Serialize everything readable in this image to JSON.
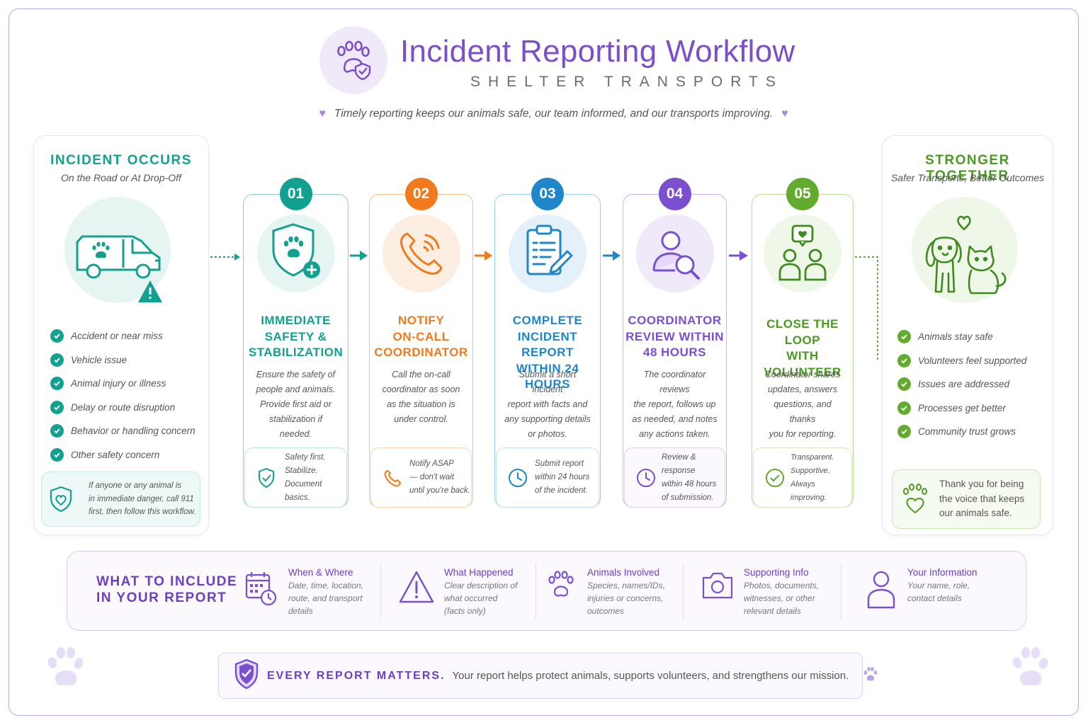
{
  "header": {
    "title": "Incident Reporting Workflow",
    "subtitle": "SHELTER TRANSPORTS",
    "tagline": "Timely reporting keeps our animals safe, our team informed, and our transports improving."
  },
  "colors": {
    "purple": "#7b4fc7",
    "teal": "#12a08f",
    "orange": "#f07a1c",
    "blue": "#1f86c9",
    "violet": "#7a4fd0",
    "green": "#63ab2e"
  },
  "left_panel": {
    "title": "INCIDENT OCCURS",
    "subtitle": "On the Road or At Drop-Off",
    "icon": "van-alert-icon",
    "items": [
      "Accident or near miss",
      "Vehicle issue",
      "Animal injury or illness",
      "Delay or route disruption",
      "Behavior or handling concern",
      "Other safety concern"
    ],
    "note": [
      "If anyone or any animal is",
      "in immediate danger, call 911",
      "first, then follow this workflow."
    ]
  },
  "steps": [
    {
      "number": "01",
      "title": [
        "IMMEDIATE",
        "SAFETY &",
        "STABILIZATION"
      ],
      "icon": "shield-paw-plus-icon",
      "description": [
        "Ensure the safety of",
        "people and animals.",
        "Provide first aid or",
        "stabilization if needed."
      ],
      "footer": [
        "Safety first.",
        "Stabilize.",
        "Document basics."
      ],
      "footer_icon": "shield-check-icon"
    },
    {
      "number": "02",
      "title": [
        "NOTIFY",
        "ON-CALL",
        "COORDINATOR"
      ],
      "icon": "phone-ringing-icon",
      "description": [
        "Call the on-call",
        "coordinator as soon",
        "as the situation is",
        "under control."
      ],
      "footer": [
        "Notify ASAP",
        "— don't wait",
        "until you're back."
      ],
      "footer_icon": "phone-icon"
    },
    {
      "number": "03",
      "title": [
        "COMPLETE",
        "INCIDENT REPORT",
        "WITHIN 24 HOURS"
      ],
      "icon": "clipboard-pencil-icon",
      "description": [
        "Submit a short incident",
        "report with facts and",
        "any supporting details",
        "or photos."
      ],
      "footer": [
        "Submit report",
        "within 24 hours",
        "of the incident."
      ],
      "footer_icon": "clock-icon"
    },
    {
      "number": "04",
      "title": [
        "COORDINATOR",
        "REVIEW WITHIN",
        "48 HOURS"
      ],
      "icon": "person-magnifier-icon",
      "description": [
        "The coordinator reviews",
        "the report, follows up",
        "as needed, and notes",
        "any actions taken."
      ],
      "footer": [
        "Review & response",
        "within 48 hours",
        "of submission."
      ],
      "footer_icon": "clock-icon"
    },
    {
      "number": "05",
      "title": [
        "CLOSE THE LOOP",
        "WITH VOLUNTEER"
      ],
      "icon": "people-chat-heart-icon",
      "description": [
        "Coordinator shares",
        "updates, answers",
        "questions, and thanks",
        "you for reporting."
      ],
      "footer": [
        "Transparent.",
        "Supportive.",
        "Always improving."
      ],
      "footer_icon": "check-circle-icon"
    }
  ],
  "right_panel": {
    "title": "STRONGER TOGETHER",
    "subtitle": "Safer Transports, Better Outcomes",
    "icon": "dog-cat-heart-icon",
    "items": [
      "Animals stay safe",
      "Volunteers feel supported",
      "Issues are addressed",
      "Processes get better",
      "Community trust grows"
    ],
    "note": [
      "Thank you for being",
      "the voice that keeps",
      "our animals safe."
    ]
  },
  "include": {
    "title": [
      "WHAT TO INCLUDE",
      "IN YOUR REPORT"
    ],
    "items": [
      {
        "head": "When & Where",
        "text": [
          "Date, time, location,",
          "route, and transport",
          "details"
        ],
        "icon": "calendar-clock-icon"
      },
      {
        "head": "What Happened",
        "text": [
          "Clear description of",
          "what occurred",
          "(facts only)"
        ],
        "icon": "warning-icon"
      },
      {
        "head": "Animals Involved",
        "text": [
          "Species, names/IDs,",
          "injuries or concerns,",
          "outcomes"
        ],
        "icon": "paw-icon"
      },
      {
        "head": "Supporting Info",
        "text": [
          "Photos, documents,",
          "witnesses, or other",
          "relevant details"
        ],
        "icon": "camera-icon"
      },
      {
        "head": "Your Information",
        "text": [
          "Your name, role,",
          "contact details"
        ],
        "icon": "person-icon"
      }
    ]
  },
  "banner": {
    "strong": "EVERY REPORT MATTERS.",
    "text": "Your report helps protect animals, supports volunteers, and strengthens our mission."
  }
}
